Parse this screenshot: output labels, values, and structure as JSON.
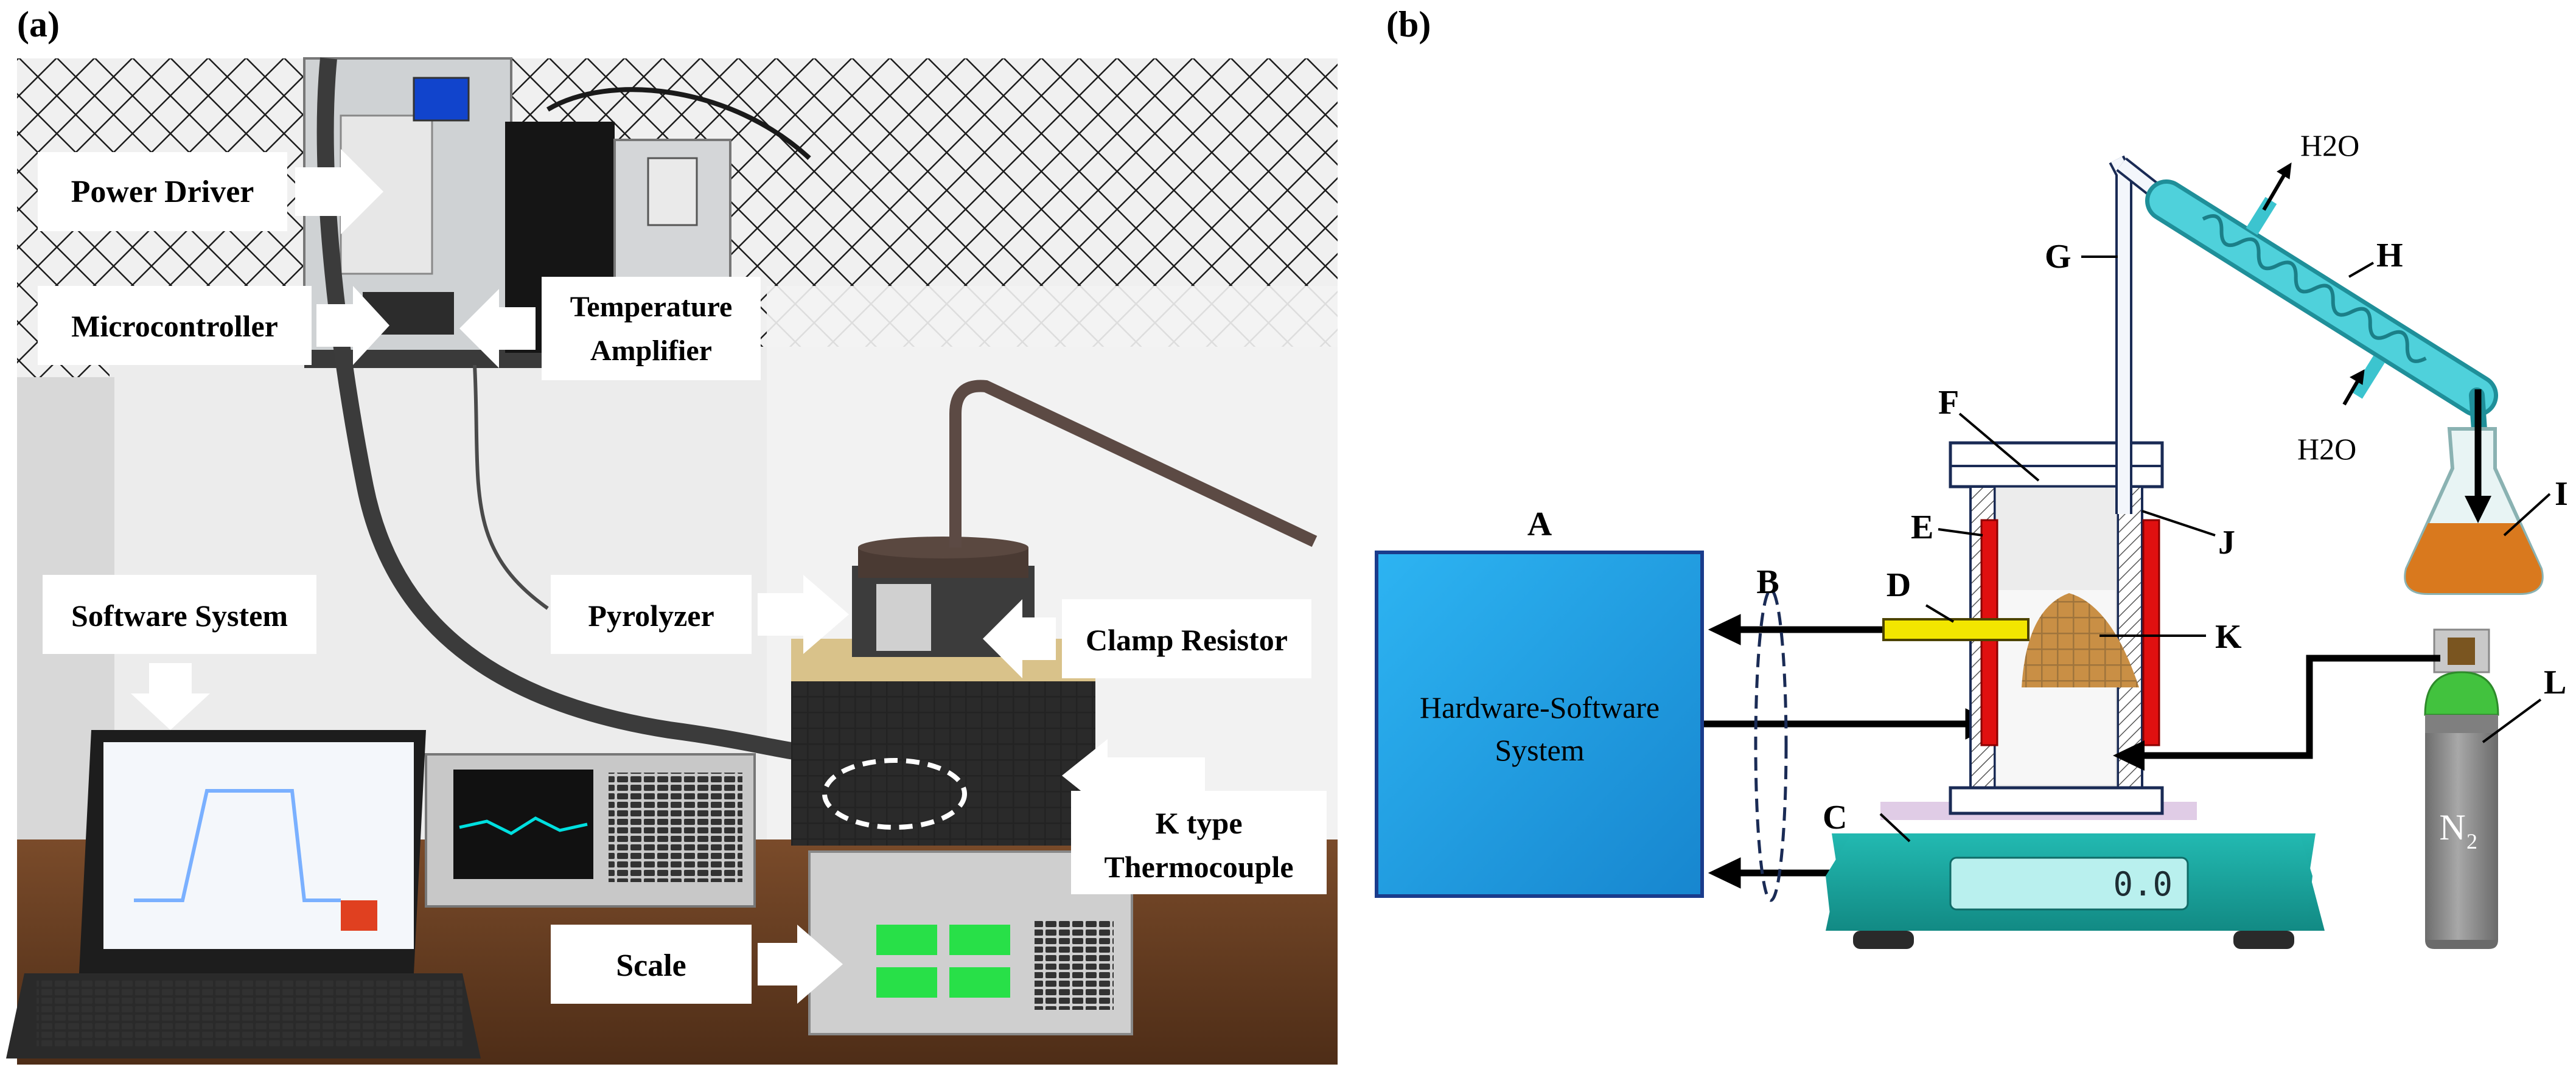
{
  "panel_a": {
    "label": "(a)",
    "callouts": {
      "power_driver": "Power Driver",
      "microcontroller": "Microcontroller",
      "temperature_amplifier_1": "Temperature",
      "temperature_amplifier_2": "Amplifier",
      "software_system": "Software System",
      "pyrolyzer": "Pyrolyzer",
      "clamp_resistor": "Clamp Resistor",
      "k_type_1": "K type",
      "k_type_2": "Thermocouple",
      "scale": "Scale"
    }
  },
  "panel_b": {
    "label": "(b)",
    "hardware_box_1": "Hardware-Software",
    "hardware_box_2": "System",
    "scale_display": "0.0",
    "h2o_top": "H2O",
    "h2o_bottom": "H2O",
    "n2_main": "N",
    "n2_sub": "2",
    "letters": {
      "A": "A",
      "B": "B",
      "C": "C",
      "D": "D",
      "E": "E",
      "F": "F",
      "G": "G",
      "H": "H",
      "I": "I",
      "J": "J",
      "K": "K",
      "L": "L"
    }
  },
  "colors": {
    "hardware_box": "#1fa3e6",
    "heater": "#e01010",
    "probe": "#f2e600",
    "scale_body": "#1aa7a0",
    "condenser": "#3cc4cf",
    "liquid": "#d9791e",
    "cylinder_cap": "#3db83a",
    "cylinder_body": "#8a8a8a"
  }
}
